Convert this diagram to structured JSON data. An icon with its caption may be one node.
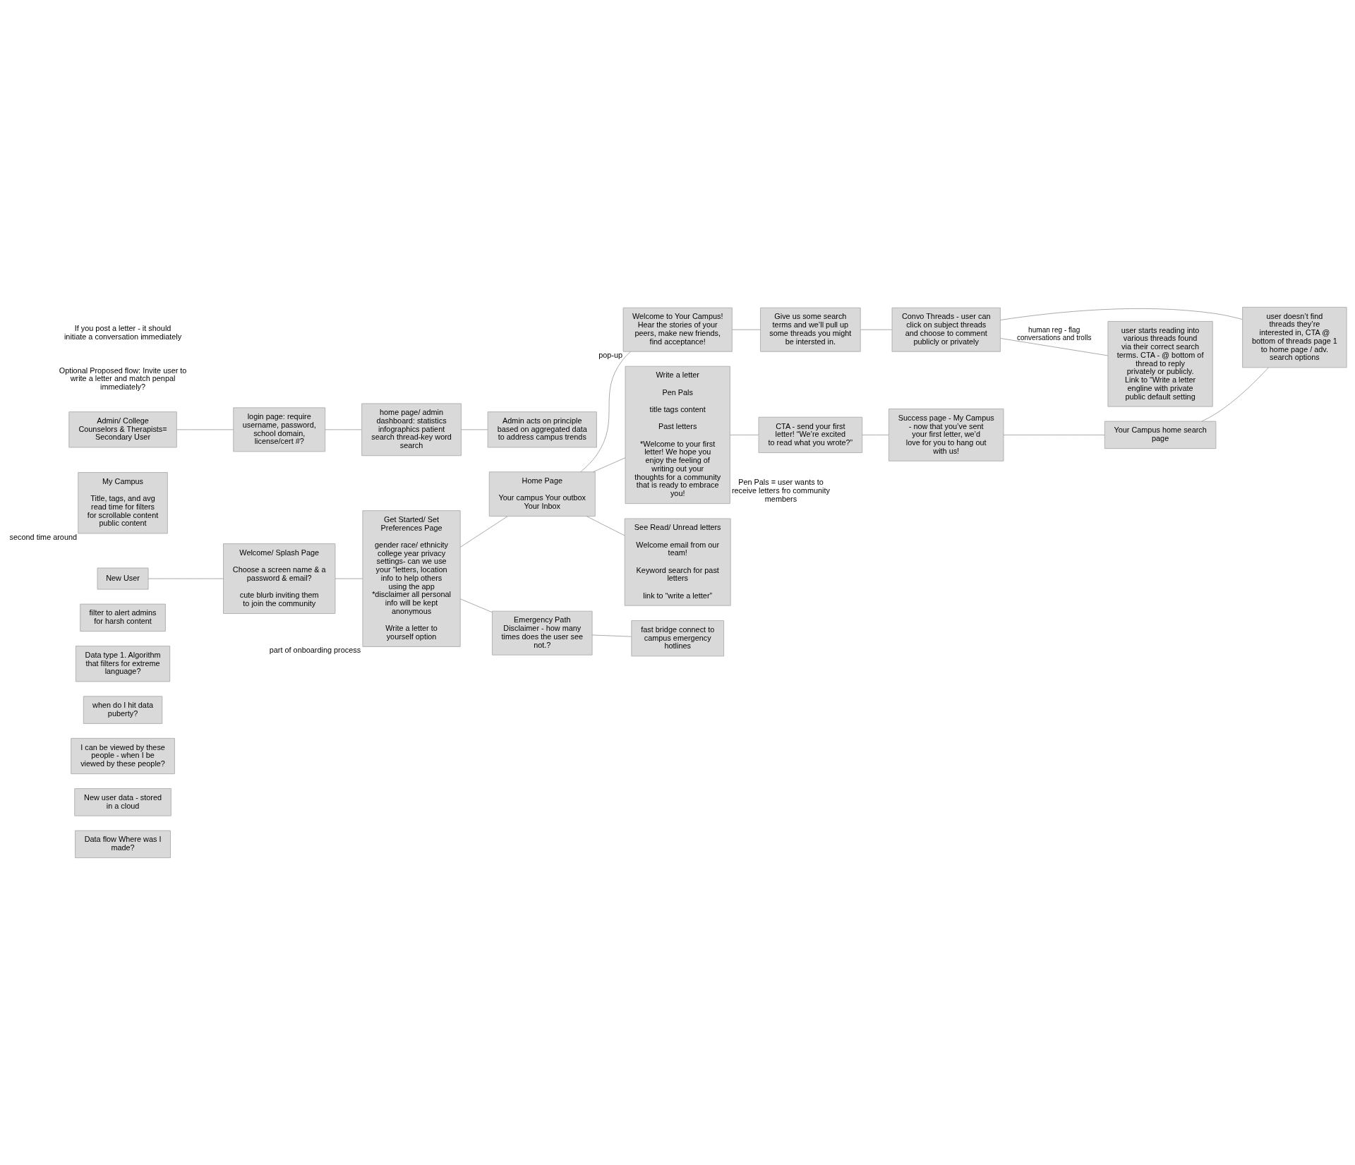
{
  "diagram": {
    "nodes": [
      {
        "text": [
          "Data flow Where was I made?"
        ]
      },
      {
        "text": [
          "New user data - stored in a cloud"
        ]
      },
      {
        "text": [
          "I can be viewed by these people - when I be viewed by these people?"
        ]
      },
      {
        "text": [
          "when do I hit data puberty?"
        ]
      },
      {
        "text": [
          "Data type 1. Algorithm that filters for extreme language?"
        ]
      },
      {
        "text": [
          "filter to alert admins for harsh content"
        ]
      },
      {
        "text": [
          "user doesn’t find threads they’re interested in, CTA @ bottom of threads page 1 to home page / adv. search options"
        ]
      },
      {
        "text": [
          "Give us some search terms and we’ll pull up some threads you might be intersted in."
        ]
      },
      {
        "text": [
          "Convo Threads - user can click on subject threads and choose to comment publicly or privately"
        ]
      },
      {
        "text": [
          "user starts reading into various threads found via their correct search terms. CTA - @ bottom of thread to reply privately or publicly. Link to “Write a letter engline with private public default setting"
        ]
      },
      {
        "text": [
          "My Campus",
          "Title, tags, and avg read time for filters for scrollable content public content"
        ],
        "beside": [
          "second time around"
        ]
      },
      {
        "text": [
          "Get Started/ Set Preferences Page",
          "gender race/ ethnicity college year privacy settings- can we use your “letters, location info to help others using the app *disclaimer all personal info will be kept anonymous",
          "Write a letter to yourself option"
        ],
        "beside": [
          "part of onboarding process"
        ]
      },
      {
        "text": [
          "Your Campus home search page"
        ]
      },
      {
        "text": [
          "New User"
        ]
      },
      {
        "text": [
          "Welcome/ Splash Page",
          "Choose a screen name & a password & email?",
          "cute blurb inviting them to join the community"
        ]
      },
      {
        "text": [
          "Home Page",
          "Your campus Your outbox Your Inbox"
        ]
      },
      {
        "text": [
          "Welcome to Your Campus! Hear the stories of your peers, make new friends, find acceptance!"
        ],
        "beside": [
          "pop-up"
        ]
      },
      {
        "text": [
          "Write a letter",
          "Pen Pals",
          "title tags content",
          "Past letters",
          "*Welcome to your first letter! We hope you enjoy the feeling of writing out your thoughts for a community that is ready to embrace you!"
        ],
        "beside": [
          "Pen Pals = user wants to receive letters fro community members"
        ]
      },
      {
        "text": [
          "CTA - send your first letter! “We’re excited to read what you wrote?”"
        ]
      },
      {
        "text": [
          "Success page - My Campus - now that you’ve sent your first letter, we’d love for you to hang out with us!"
        ]
      },
      {
        "text": [
          "See Read/ Unread letters",
          "Welcome email from our team!",
          "Keyword search for past letters",
          "link to “write a letter”"
        ]
      },
      {
        "text": [
          "Emergency Path Disclaimer - how many times does the user see not.?"
        ]
      },
      {
        "text": [
          "fast bridge connect to campus emergency hotlines"
        ]
      },
      {
        "text": [
          "Admin/ College Counselors & Therapists= Secondary User"
        ]
      },
      {
        "text": [
          "login page: require username, password, school domain, license/cert #?"
        ]
      },
      {
        "text": [
          "home page/ admin dashboard: statistics infographics patient search thread-key word search"
        ]
      },
      {
        "text": [
          "Admin acts on principle based on aggregated data to address campus trends"
        ]
      }
    ],
    "edges": [
      {
        "from": 13,
        "to": 14,
        "arrow": "none"
      },
      {
        "from": 14,
        "to": 11,
        "arrow": "none"
      },
      {
        "from": 11,
        "to": 15,
        "arrow": "none"
      },
      {
        "from": 11,
        "to": 21,
        "arrow": "none"
      },
      {
        "from": 21,
        "to": 22,
        "arrow": "none"
      },
      {
        "from": 15,
        "to": 16,
        "arrow": "none"
      },
      {
        "from": 15,
        "to": 17,
        "arrow": "none"
      },
      {
        "from": 15,
        "to": 20,
        "arrow": "none"
      },
      {
        "from": 17,
        "to": 18,
        "arrow": "none"
      },
      {
        "from": 18,
        "to": 19,
        "arrow": "none"
      },
      {
        "from": 19,
        "to": 12,
        "arrow": "none"
      },
      {
        "from": 16,
        "to": 7,
        "arrow": "none"
      },
      {
        "from": 12,
        "to": 6,
        "arrow": "none"
      },
      {
        "from": 7,
        "to": 8,
        "arrow": "none"
      },
      {
        "from": 8,
        "to": 6,
        "arrow": "none"
      },
      {
        "from": 8,
        "to": 9,
        "label": "human reg - flag conversations and trolls",
        "arrow": "none"
      },
      {
        "from": 23,
        "to": 24,
        "arrow": "none"
      },
      {
        "from": 24,
        "to": 25,
        "arrow": "none"
      },
      {
        "from": 25,
        "to": 26,
        "arrow": "none"
      }
    ],
    "labels": [
      "Optional Proposed flow: Invite user to write a letter and match penpal immediately?",
      "If you post a letter - it should initiate a conversation immediately"
    ]
  }
}
